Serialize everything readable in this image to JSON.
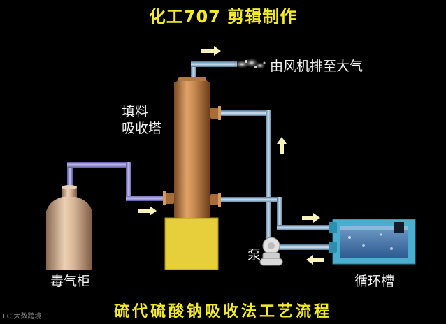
{
  "title": "化工707 剪辑制作",
  "caption": "硫代硫酸钠吸收法工艺流程",
  "labels": {
    "exhaust": "由风机排至大气",
    "tower": "填料\n吸收塔",
    "pump": "泵",
    "cabinet": "毒气柜",
    "tank": "循环槽"
  },
  "watermark": {
    "logo": "LC",
    "text": "大数跨境"
  },
  "colors": {
    "background": "#000000",
    "title_text": "#f2ea2a",
    "label_text": "#f4f4f4",
    "gas_pipe": "#8d86c9",
    "liquid_pipe": "#8fb0c8",
    "tower": "#c58a52",
    "tower_base": "#e8d23a",
    "cabinet": "#c9a78a",
    "tank_frame": "#3fa9c9",
    "arrow": "#f6f2b8"
  }
}
